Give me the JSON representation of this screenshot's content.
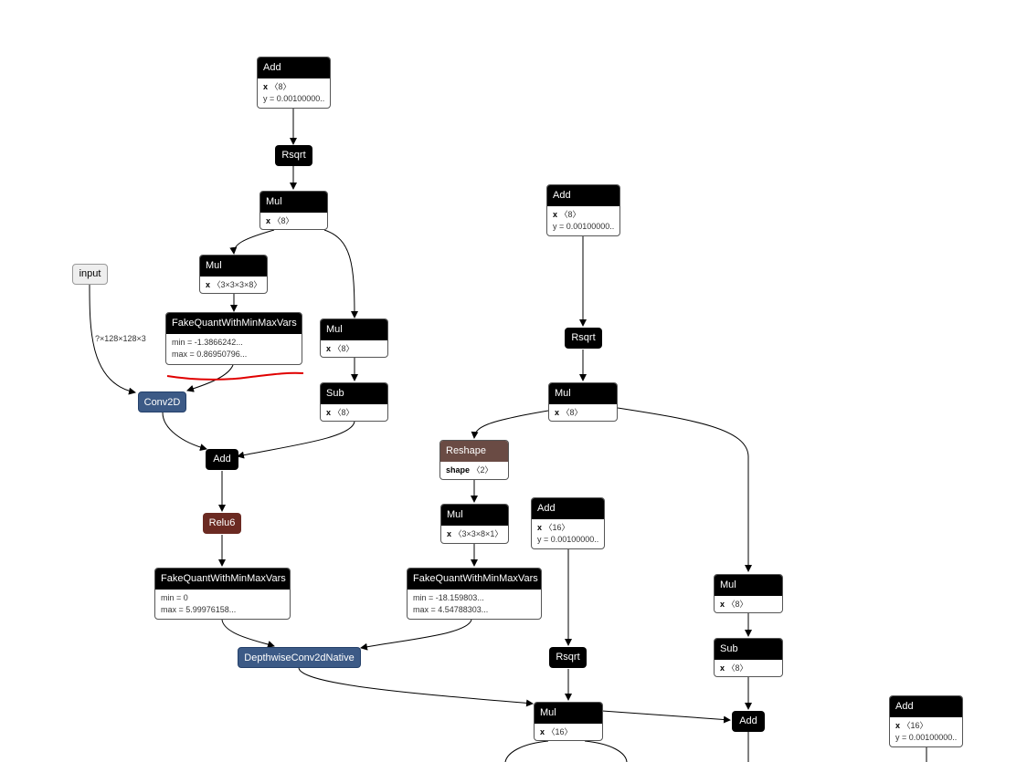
{
  "graph": {
    "input": {
      "label": "input"
    },
    "input_shape_label": "?×128×128×3",
    "add_top": {
      "title": "Add",
      "x": "x",
      "x_shape": "〈8〉",
      "y": "y = 0.00100000..."
    },
    "rsqrt_top": {
      "label": "Rsqrt"
    },
    "mul_a": {
      "title": "Mul",
      "x": "x",
      "x_shape": "〈8〉"
    },
    "mul_b": {
      "title": "Mul",
      "x": "x",
      "x_shape": "〈3×3×3×8〉"
    },
    "fq_a": {
      "title": "FakeQuantWithMinMaxVars",
      "min": "min = -1.3866242...",
      "max": "max = 0.86950796..."
    },
    "mul_c": {
      "title": "Mul",
      "x": "x",
      "x_shape": "〈8〉"
    },
    "sub_a": {
      "title": "Sub",
      "x": "x",
      "x_shape": "〈8〉"
    },
    "conv2d": {
      "label": "Conv2D"
    },
    "add_mid": {
      "label": "Add"
    },
    "relu6": {
      "label": "Relu6"
    },
    "fq_b": {
      "title": "FakeQuantWithMinMaxVars",
      "min": "min = 0",
      "max": "max = 5.99976158..."
    },
    "depthwise": {
      "label": "DepthwiseConv2dNative"
    },
    "add_right": {
      "title": "Add",
      "x": "x",
      "x_shape": "〈8〉",
      "y": "y = 0.00100000..."
    },
    "rsqrt_right": {
      "label": "Rsqrt"
    },
    "mul_right": {
      "title": "Mul",
      "x": "x",
      "x_shape": "〈8〉"
    },
    "reshape": {
      "title": "Reshape",
      "x": "shape",
      "x_shape": "〈2〉"
    },
    "mul_reshape": {
      "title": "Mul",
      "x": "x",
      "x_shape": "〈3×3×8×1〉"
    },
    "fq_c": {
      "title": "FakeQuantWithMinMaxVars",
      "min": "min = -18.159803...",
      "max": "max = 4.54788303..."
    },
    "add_16": {
      "title": "Add",
      "x": "x",
      "x_shape": "〈16〉",
      "y": "y = 0.00100000..."
    },
    "rsqrt_16": {
      "label": "Rsqrt"
    },
    "mul_16": {
      "title": "Mul",
      "x": "x",
      "x_shape": "〈16〉"
    },
    "mul_far": {
      "title": "Mul",
      "x": "x",
      "x_shape": "〈8〉"
    },
    "sub_far": {
      "title": "Sub",
      "x": "x",
      "x_shape": "〈8〉"
    },
    "add_bottom": {
      "label": "Add"
    },
    "add_corner": {
      "title": "Add",
      "x": "x",
      "x_shape": "〈16〉",
      "y": "y = 0.00100000..."
    }
  },
  "colors": {
    "op_header": "#000000",
    "conv_blue": "#3c5a86",
    "relu_brown": "#6b2a22",
    "reshape_header": "#6a4b44",
    "annotation_red": "#e00000",
    "edge": "#000000"
  }
}
